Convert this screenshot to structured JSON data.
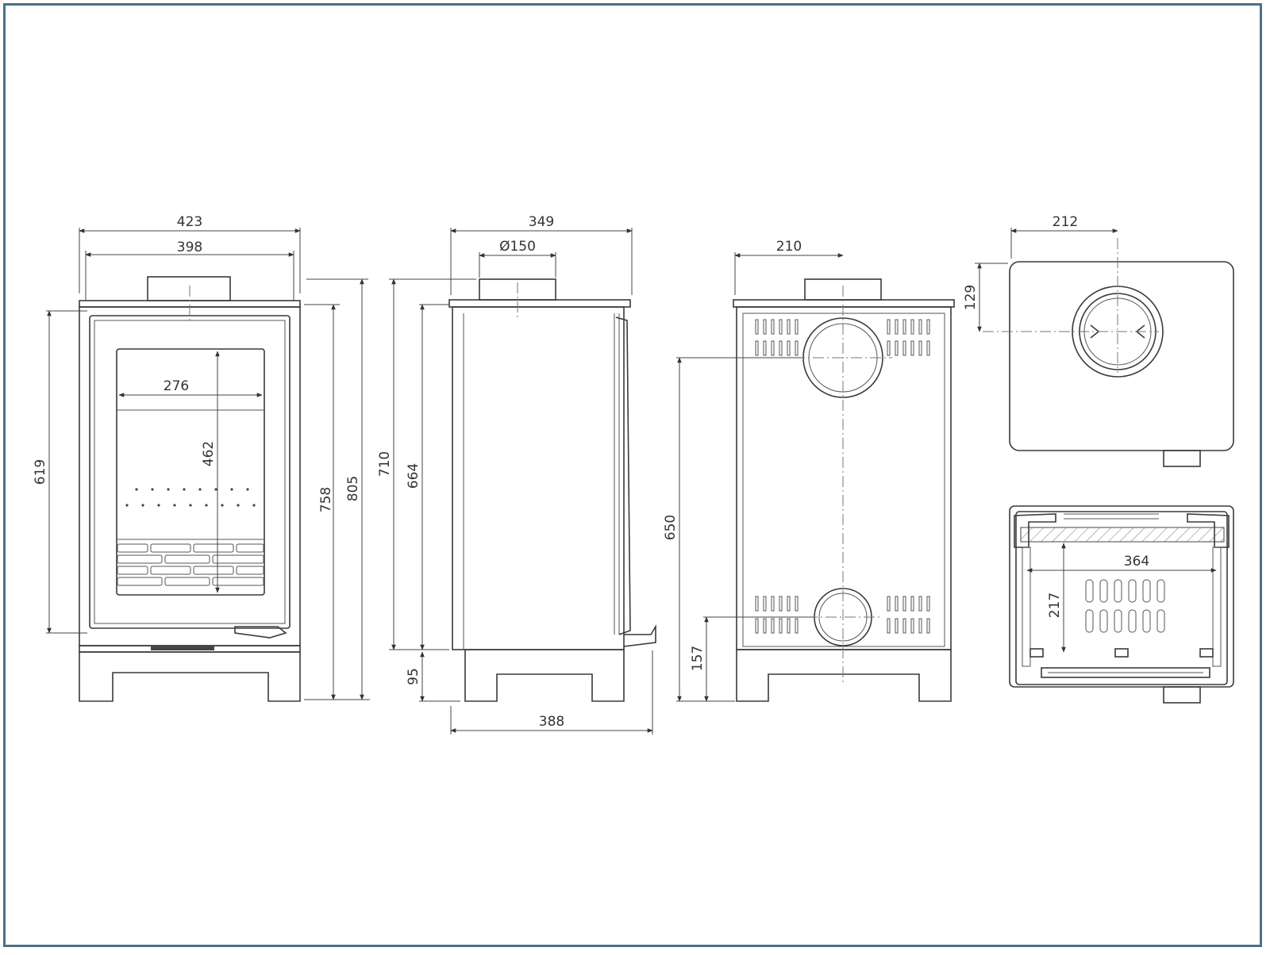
{
  "dimensions": {
    "front": {
      "overall_width": "423",
      "top_width": "398",
      "glass_width": "276",
      "glass_height": "462",
      "door_height": "619",
      "body_height": "758",
      "overall_height": "805"
    },
    "side": {
      "depth": "349",
      "flue_diameter": "Ø150",
      "flue_height": "710",
      "body_height": "664",
      "leg_height": "95",
      "base_depth": "388"
    },
    "rear": {
      "flue_offset": "210",
      "top_outlet_height": "650",
      "bottom_outlet_height": "157"
    },
    "top": {
      "flue_offset_x": "212",
      "flue_offset_y": "129"
    },
    "section": {
      "inner_width": "364",
      "inner_depth": "217"
    }
  }
}
